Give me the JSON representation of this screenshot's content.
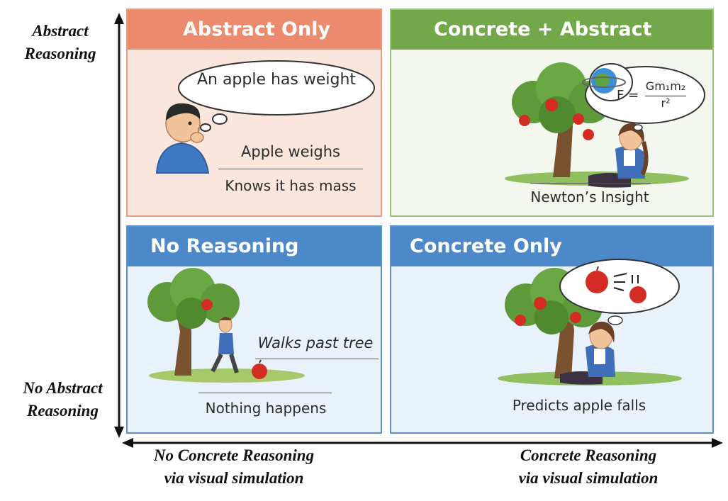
{
  "axes": {
    "y_top": "Abstract\nReasoning",
    "y_bottom": "No Abstract\nReasoning",
    "x_left": "No Concrete Reasoning\nvia visual simulation",
    "x_right": "Concrete Reasoning\nvia visual simulation"
  },
  "panels": {
    "abstract_only": {
      "title": "Abstract Only",
      "thought": "An apple has weight",
      "line1": "Apple weighs",
      "line2": "Knows it has mass"
    },
    "concrete_abstract": {
      "title": "Concrete + Abstract",
      "formula_lhs": "F =",
      "formula_num": "Gm₁m₂",
      "formula_den": "r²",
      "caption": "Newton’s Insight"
    },
    "no_reasoning": {
      "title": "No Reasoning",
      "line1": "Walks past tree",
      "caption": "Nothing happens"
    },
    "concrete_only": {
      "title": "Concrete Only",
      "caption": "Predicts apple falls"
    }
  },
  "colors": {
    "abstract_head": "#ec8a6d",
    "abstract_body": "#fbe6dd",
    "abstract_border": "#e79b83",
    "concrete_abstract_head": "#73a84a",
    "concrete_abstract_body": "#f3f7ee",
    "concrete_abstract_border": "#9cc07e",
    "blue_head": "#4d88c8",
    "blue_body": "#e9f1fa",
    "blue_border": "#5c90c9"
  }
}
